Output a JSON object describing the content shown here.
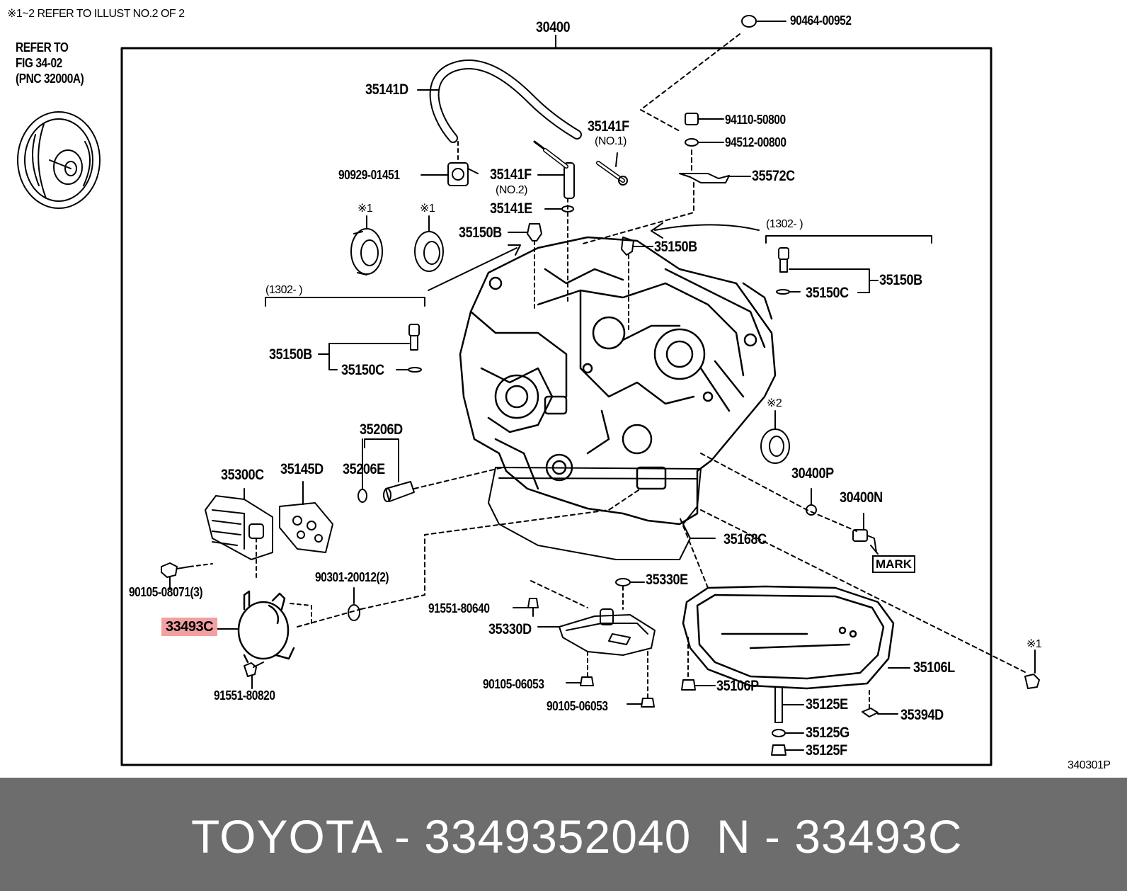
{
  "header": {
    "note": "※1~2 REFER TO ILLUST NO.2 OF 2",
    "refer_line1": "REFER TO",
    "refer_line2": "FIG 34-02",
    "refer_line3": "(PNC 32000A)"
  },
  "figure_code": "340301P",
  "labels": {
    "p30400": "30400",
    "p90464_00952": "90464-00952",
    "p35141D": "35141D",
    "p94110_50800": "94110-50800",
    "p35141F_a": "35141F",
    "no1": "(NO.1)",
    "p94512_00800": "94512-00800",
    "p90929_01451": "90929-01451",
    "p35141F_b": "35141F",
    "no2": "(NO.2)",
    "p35572C": "35572C",
    "p35141E": "35141E",
    "star1_a": "※1",
    "star1_b": "※1",
    "p35150B_a": "35150B",
    "p35150B_b": "35150B",
    "range_right": "(1302-        )",
    "p35150B_right": "35150B",
    "p35150C_right": "35150C",
    "range_left": "(1302-        )",
    "p35150B_left": "35150B",
    "p35150C_left": "35150C",
    "p35206D": "35206D",
    "star2": "※2",
    "p35300C": "35300C",
    "p35145D": "35145D",
    "p35206E": "35206E",
    "p30400P": "30400P",
    "p30400N": "30400N",
    "p35168C": "35168C",
    "mark": "MARK",
    "p90105_08071": "90105-08071(3)",
    "p90301_20012": "90301-20012(2)",
    "p35330E": "35330E",
    "p91551_80640": "91551-80640",
    "p33493C": "33493C",
    "p35330D": "35330D",
    "star1_c": "※1",
    "p35106L": "35106L",
    "p91551_80820": "91551-80820",
    "p90105_06053_a": "90105-06053",
    "p35106P": "35106P",
    "p90105_06053_b": "90105-06053",
    "p35125E": "35125E",
    "p35394D": "35394D",
    "p35125G": "35125G",
    "p35125F": "35125F"
  },
  "footer": {
    "brand_part": "TOYOTA - 3349352040",
    "pnc": "N - 33493C"
  },
  "colors": {
    "highlight": "#f2a0a2",
    "footer_bg": "#6d6d6d",
    "footer_text": "#ffffff"
  }
}
